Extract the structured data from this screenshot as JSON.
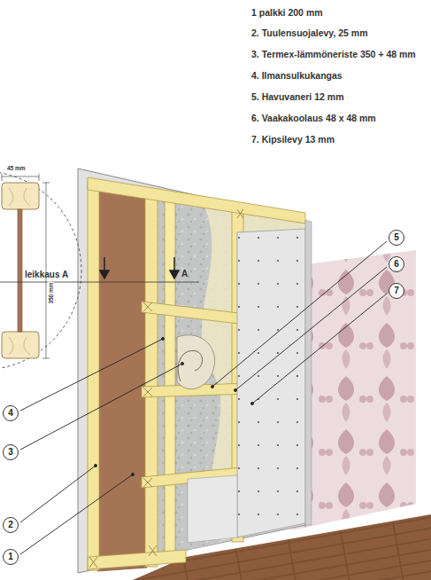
{
  "diagram": {
    "nodes": [
      {
        "text": [
          "5"
        ]
      },
      {
        "text": [
          "6"
        ]
      },
      {
        "text": [
          "7"
        ]
      },
      {
        "text": [
          "4"
        ]
      },
      {
        "text": [
          "3"
        ]
      },
      {
        "text": [
          "2"
        ]
      },
      {
        "text": [
          "1"
        ]
      }
    ],
    "labels": [
      "1 palkki 200 mm",
      "2. Tuulensuojalevy, 25 mm",
      "3. Termex-lämmöneriste 350 + 48 mm",
      "4. Ilmansulkukangas",
      "5. Havuvaneri 12 mm",
      "6. Vaakakoolaus 48 x 48 mm",
      "7. Kipsilevy 13 mm",
      "45 mm",
      "350 mm",
      "leikkaus A",
      "A"
    ]
  }
}
